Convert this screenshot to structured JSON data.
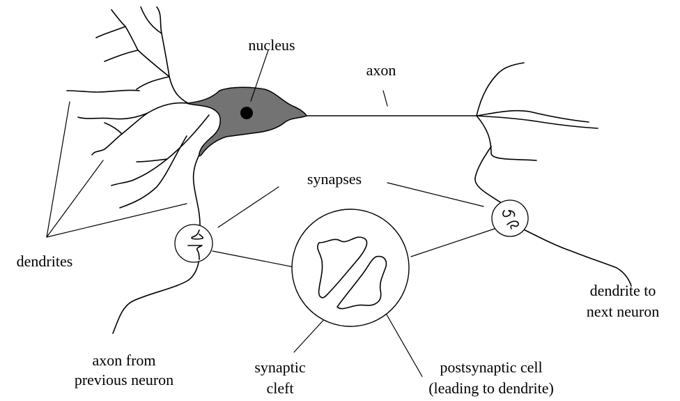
{
  "labels": {
    "nucleus": "nucleus",
    "axon": "axon",
    "synapses": "synapses",
    "dendrites": "dendrites",
    "dendrite_to_next_1": "dendrite to",
    "dendrite_to_next_2": "next neuron",
    "axon_from_1": "axon from",
    "axon_from_2": "previous neuron",
    "synaptic_1": "synaptic",
    "synaptic_2": "cleft",
    "postsynaptic_1": "postsynaptic cell",
    "postsynaptic_2": "(leading to dendrite)"
  },
  "colors": {
    "cell_body": "#737373",
    "nucleus": "#000000",
    "line": "#000000",
    "background": "#ffffff"
  }
}
